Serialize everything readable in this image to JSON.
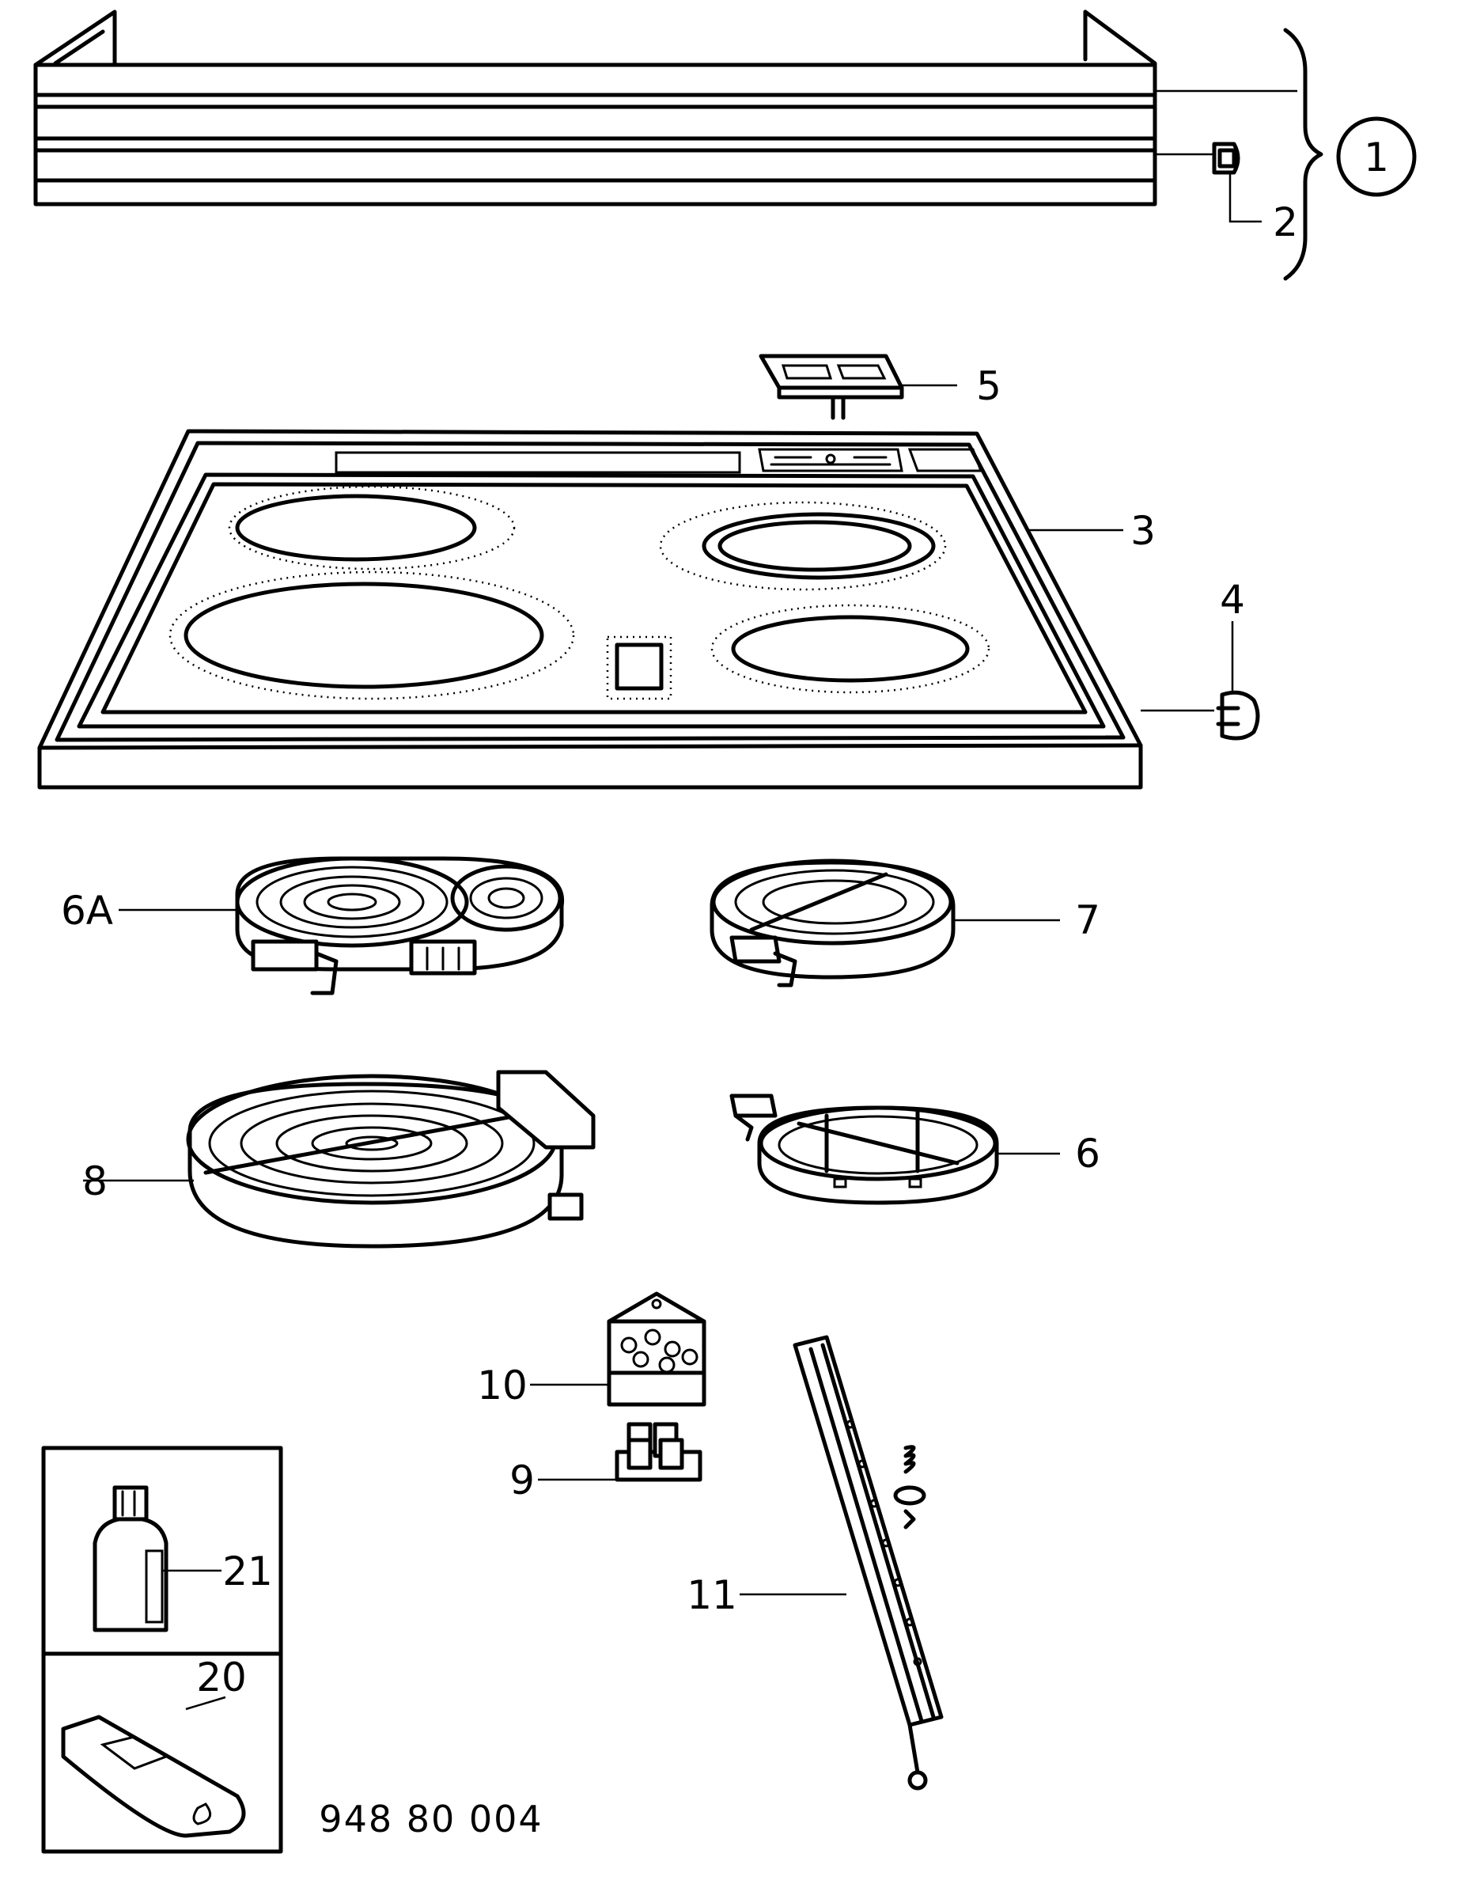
{
  "labels": {
    "group_1": "1",
    "p2": "2",
    "p3": "3",
    "p4": "4",
    "p5": "5",
    "p6A": "6A",
    "p7": "7",
    "p8": "8",
    "p6": "6",
    "p10": "10",
    "p9": "9",
    "p11": "11",
    "p21": "21",
    "p20": "20"
  },
  "drawing_number": "948 80 004"
}
